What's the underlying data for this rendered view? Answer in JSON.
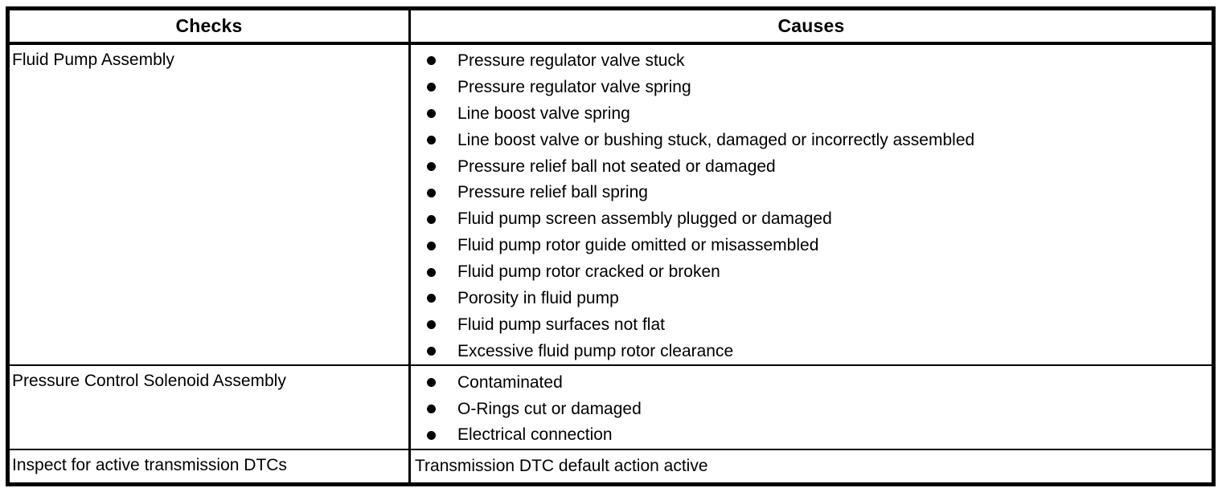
{
  "colors": {
    "border": "#000000",
    "text": "#000000",
    "background": "#ffffff"
  },
  "table": {
    "headers": [
      {
        "label": "Checks"
      },
      {
        "label": "Causes"
      }
    ],
    "bullet_glyph": "●",
    "rows": [
      {
        "check": "Fluid Pump Assembly",
        "bulleted": true,
        "causes": [
          "Pressure regulator valve stuck",
          "Pressure regulator valve spring",
          "Line boost valve spring",
          "Line boost valve or bushing stuck, damaged or incorrectly assembled",
          "Pressure relief ball not seated or damaged",
          "Pressure relief ball spring",
          "Fluid pump screen assembly plugged or damaged",
          "Fluid pump rotor guide omitted or misassembled",
          "Fluid pump rotor cracked or broken",
          "Porosity in fluid pump",
          "Fluid pump surfaces not flat",
          "Excessive fluid pump rotor clearance"
        ]
      },
      {
        "check": "Pressure Control Solenoid Assembly",
        "bulleted": true,
        "causes": [
          "Contaminated",
          "O-Rings cut or damaged",
          "Electrical connection"
        ]
      },
      {
        "check": "Inspect for active transmission DTCs",
        "bulleted": false,
        "causes": [
          "Transmission DTC default action active"
        ]
      }
    ]
  }
}
